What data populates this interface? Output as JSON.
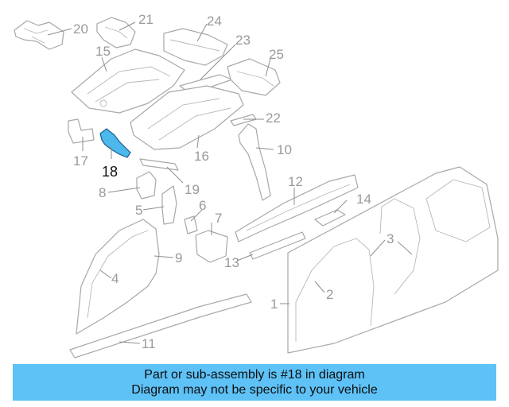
{
  "callouts": [
    "1",
    "2",
    "3",
    "4",
    "5",
    "6",
    "7",
    "8",
    "9",
    "10",
    "11",
    "12",
    "13",
    "14",
    "15",
    "16",
    "17",
    "18",
    "19",
    "20",
    "21",
    "22",
    "23",
    "24",
    "25"
  ],
  "highlighted_part": "18",
  "banner": {
    "line1": "Part or sub-assembly is #18 in diagram",
    "line2": "Diagram may not be specific to your vehicle"
  },
  "colors": {
    "highlight": "#4db8ec",
    "banner_bg": "#5ec2f7"
  }
}
